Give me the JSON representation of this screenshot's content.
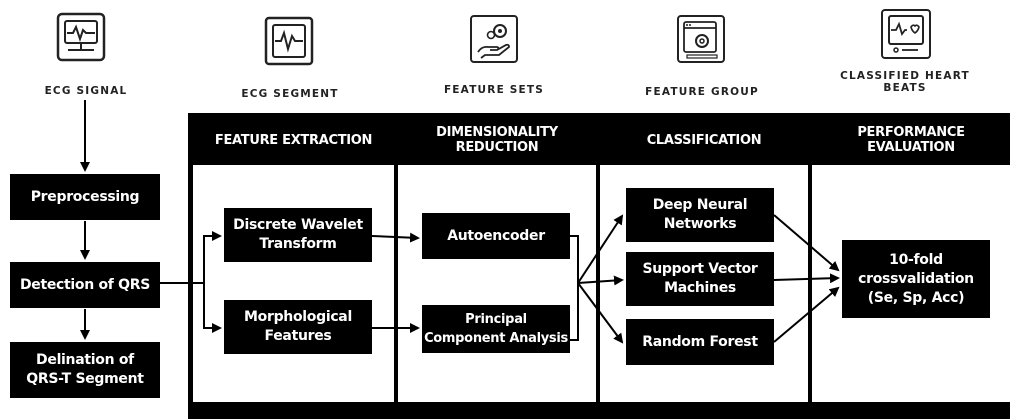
{
  "icons": [
    {
      "name": "ecg-monitor-icon",
      "label": "ECG SIGNAL"
    },
    {
      "name": "ecg-segment-icon",
      "label": "ECG SEGMENT"
    },
    {
      "name": "feature-sets-icon",
      "label": "FEATURE SETS"
    },
    {
      "name": "feature-group-icon",
      "label": "FEATURE GROUP"
    },
    {
      "name": "heart-monitor-icon",
      "label": "CLASSIFIED HEART BEATS"
    }
  ],
  "columns": [
    {
      "header": "FEATURE EXTRACTION"
    },
    {
      "header": "DIMENSIONALITY REDUCTION"
    },
    {
      "header": "CLASSIFICATION"
    },
    {
      "header": "PERFORMANCE EVALUATION"
    }
  ],
  "left_steps": {
    "preprocessing": "Preprocessing",
    "detection": "Detection of QRS",
    "delination": "Delination of QRS-T Segment"
  },
  "boxes": {
    "dwt": "Discrete Wavelet Transform",
    "morph": "Morphological Features",
    "autoencoder": "Autoencoder",
    "pca": "Principal Component Analysis",
    "dnn": "Deep Neural Networks",
    "svm": "Support Vector Machines",
    "rf": "Random Forest",
    "cv": "10-fold crossvalidation (Se, Sp, Acc)"
  }
}
